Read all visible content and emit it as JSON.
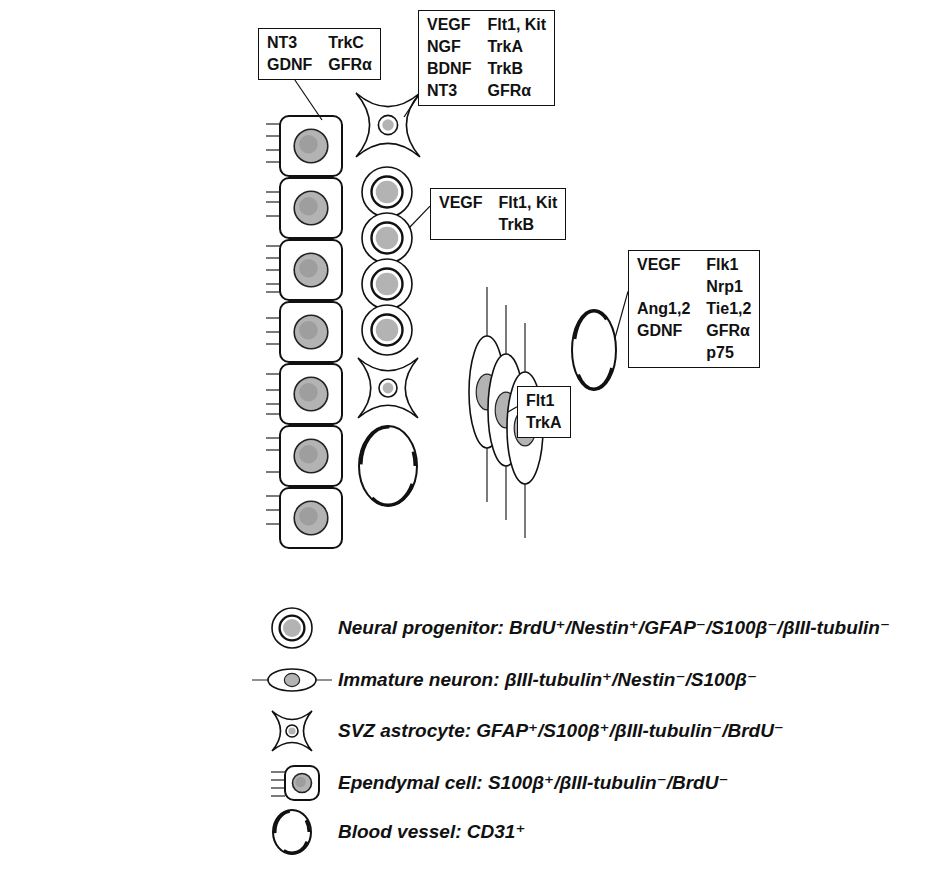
{
  "diagram": {
    "nodes": [
      {
        "text": [
          "NT3",
          "TrkC",
          "GDNF",
          "GFRα"
        ]
      },
      {
        "text": [
          "VEGF",
          "Flt1, Kit",
          "NGF",
          "TrkA",
          "BDNF",
          "TrkB",
          "NT3",
          "GFRα"
        ]
      },
      {
        "text": [
          "VEGF",
          "Flt1, Kit",
          "TrkB"
        ]
      },
      {
        "text": [
          "Flt1",
          "TrkA"
        ]
      },
      {
        "text": [
          "VEGF",
          "Flk1",
          "Nrp1",
          "Ang1,2",
          "Tie1,2",
          "GDNF",
          "GFRα",
          "p75"
        ]
      }
    ],
    "legend": [
      {
        "text": "Neural progenitor: BrdU⁺/Nestin⁺/GFAP⁻/S100β⁻/βIII-tubulin⁻"
      },
      {
        "text": "Immature neuron: βIII-tubulin⁺/Nestin⁻/S100β⁻"
      },
      {
        "text": "SVZ astrocyte: GFAP⁺/S100β⁺/βIII-tubulin⁻/BrdU⁻"
      },
      {
        "text": "Ependymal cell: S100β⁺/βIII-tubulin⁻/BrdU⁻"
      },
      {
        "text": "Blood vessel: CD31⁺"
      }
    ]
  }
}
